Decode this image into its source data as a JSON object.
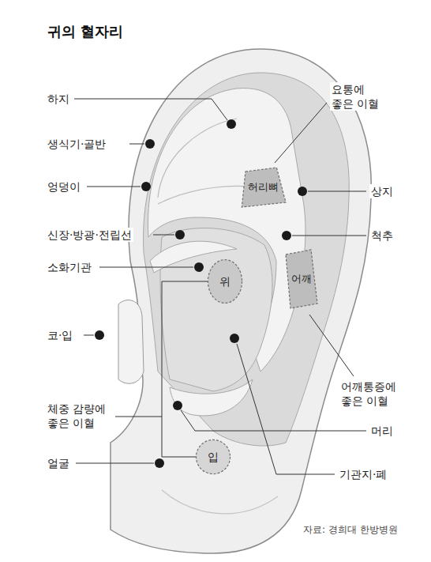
{
  "diagram": {
    "title": "귀의 혈자리",
    "caption": "자료: 경희대 한방병원",
    "nodes": [
      {
        "text": [
          "허리뼈"
        ]
      },
      {
        "text": [
          "위"
        ]
      },
      {
        "text": [
          "어깨"
        ]
      },
      {
        "text": [
          "입"
        ]
      }
    ],
    "edges": [
      {
        "from": 1,
        "to": 3,
        "arrow": "none"
      }
    ],
    "labels": [
      "하지",
      "생식기·골반",
      "엉덩이",
      "신장·방광·전립선",
      "소화기관",
      "코·입",
      "체중 감량에 좋은 이혈",
      "얼굴",
      "요통에 좋은 이혈",
      "상지",
      "척추",
      "어깨통증에 좋은 이혈",
      "머리",
      "기관지·폐"
    ]
  }
}
